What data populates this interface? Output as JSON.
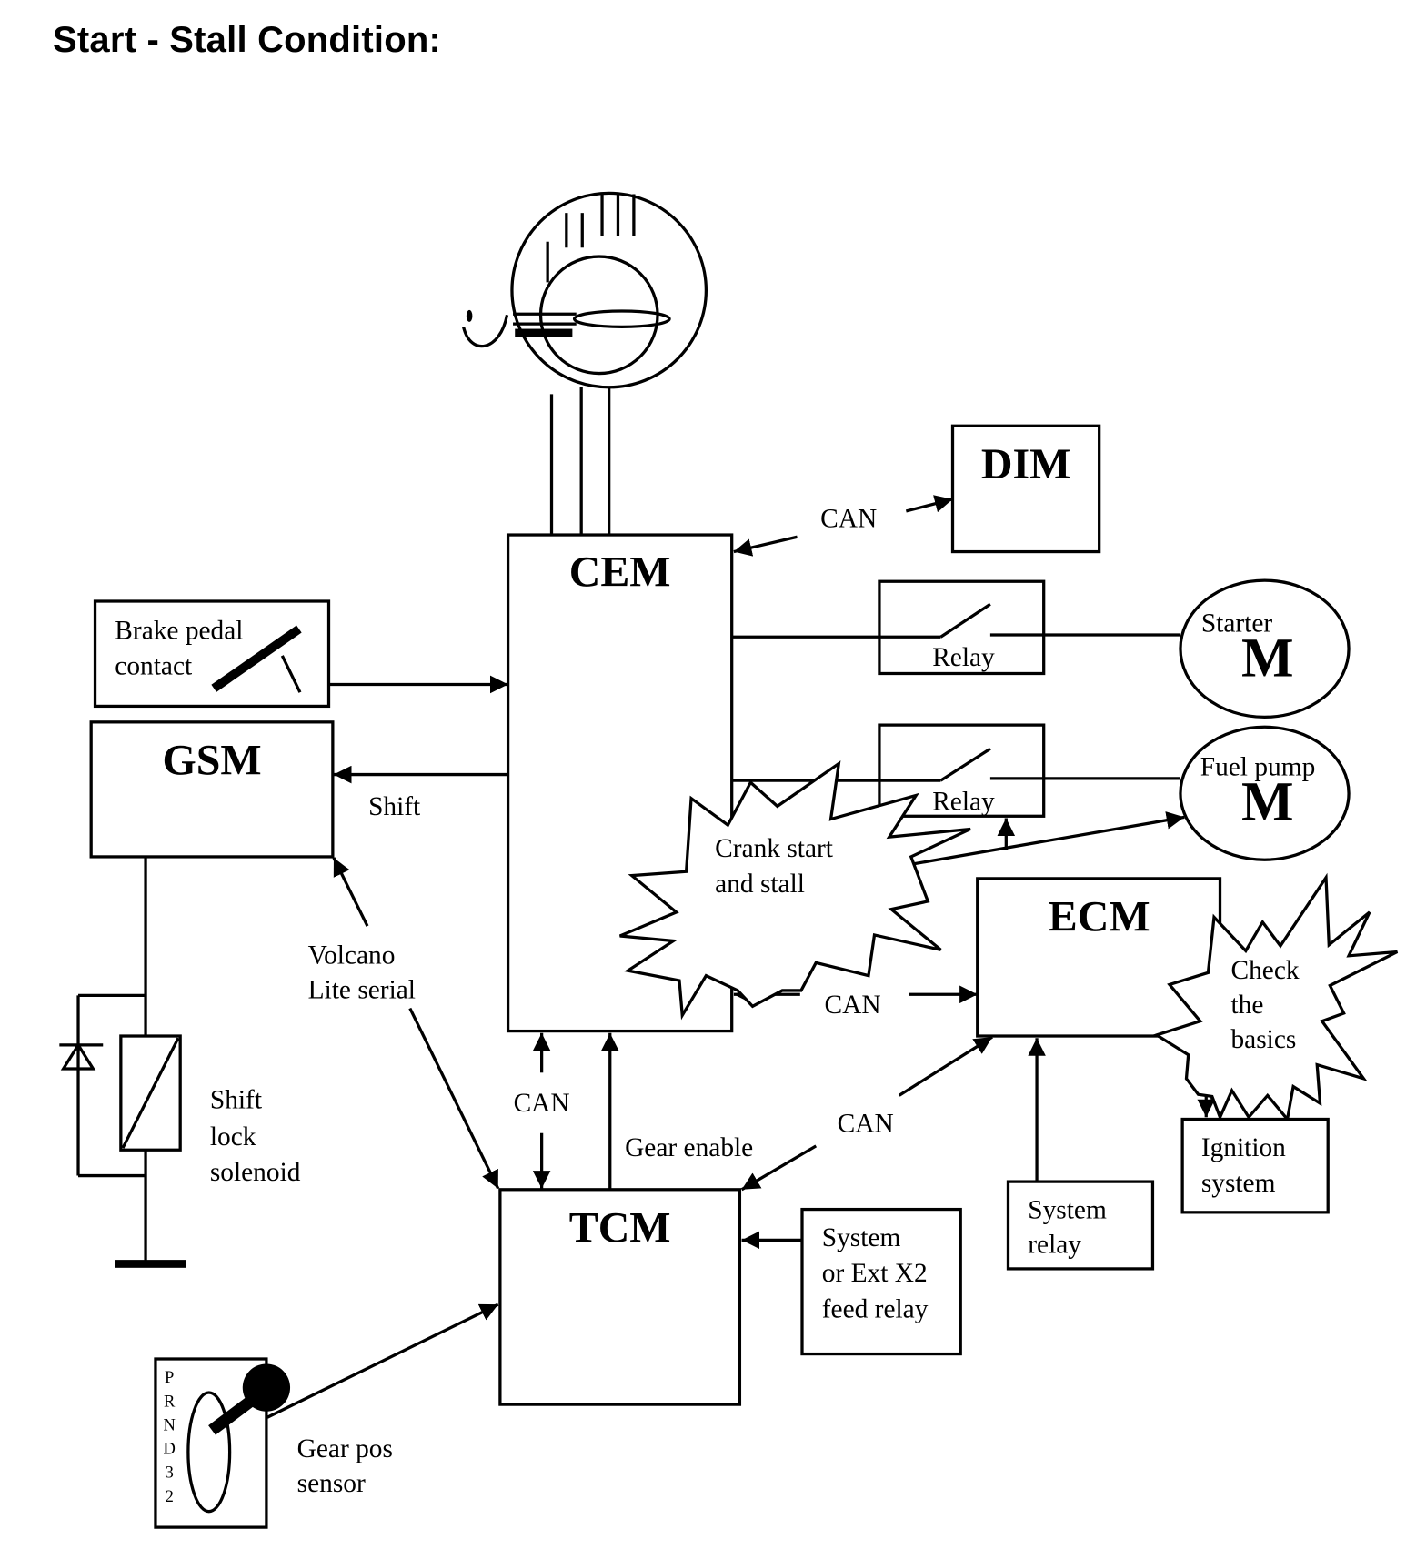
{
  "page": {
    "title": "Start - Stall Condition:"
  },
  "modules": {
    "cem": "CEM",
    "dim": "DIM",
    "gsm": "GSM",
    "ecm": "ECM",
    "tcm": "TCM"
  },
  "components": {
    "brake_pedal": [
      "Brake pedal",
      "contact"
    ],
    "relay_starter": "Relay",
    "relay_fuel": "Relay",
    "starter_motor": {
      "label": "Starter",
      "symbol": "M"
    },
    "fuel_pump_motor": {
      "label": "Fuel pump",
      "symbol": "M"
    },
    "shift_lock_solenoid": [
      "Shift",
      "lock",
      "solenoid"
    ],
    "gear_pos_sensor": [
      "Gear pos",
      "sensor"
    ],
    "gear_positions": [
      "P",
      "R",
      "N",
      "D",
      "3",
      "2"
    ],
    "system_ext_x2_relay": [
      "System",
      "or Ext X2",
      "feed relay"
    ],
    "system_relay": [
      "System",
      "relay"
    ],
    "ignition_system": [
      "Ignition",
      "system"
    ]
  },
  "connections": {
    "can_cem_dim": "CAN",
    "can_cem_ecm": "CAN",
    "can_cem_tcm": "CAN",
    "can_ecm_tcm": "CAN",
    "shift": "Shift",
    "volcano": [
      "Volcano",
      "Lite serial"
    ],
    "gear_enable": "Gear enable"
  },
  "callouts": {
    "crank_start": [
      "Crank start",
      "and stall"
    ],
    "check_basics": [
      "Check",
      "the",
      "basics"
    ]
  },
  "icons": {
    "ignition_key": "ignition-switch-key-icon",
    "diode": "diode-icon",
    "ground": "ground-icon",
    "gear_lever": "gear-selector-lever-icon"
  }
}
